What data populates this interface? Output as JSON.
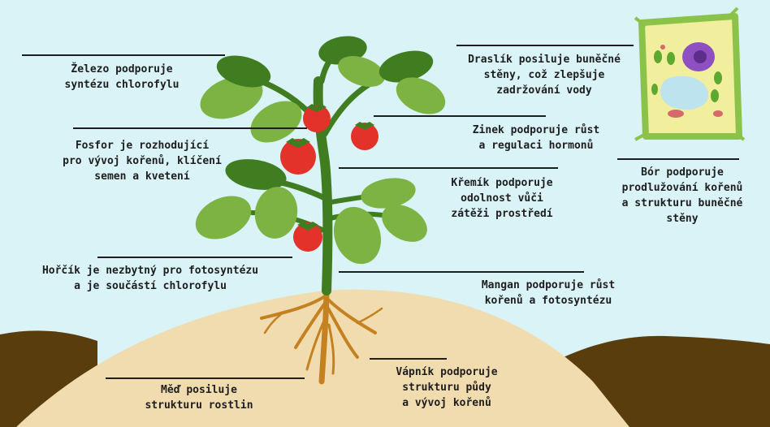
{
  "labels": {
    "iron": "Železo podporuje\nsyntézu chlorofylu",
    "phosphorus": "Fosfor je rozhodující\npro vývoj kořenů, klíčení\nsemen a kvetení",
    "magnesium": "Hořčík je nezbytný pro fotosyntézu\na je součástí chlorofylu",
    "copper": "Měď posiluje\nstrukturu rostlin",
    "potassium": "Draslík posiluje buněčné\nstěny, což zlepšuje\nzadržování vody",
    "zinc": "Zinek podporuje růst\na regulaci hormonů",
    "silicon": "Křemík podporuje\nodolnost vůči\nzátěži prostředí",
    "manganese": "Mangan podporuje růst\nkořenů a fotosyntézu",
    "calcium": "Vápník podporuje\nstrukturu půdy\na vývoj kořenů",
    "boron": "Bór podporuje\nprodlužování kořenů\na strukturu buněčné\nstěny"
  },
  "icons": [
    "tomato-plant-icon",
    "plant-cell-icon",
    "tomato-icon",
    "root-icon"
  ],
  "colors": {
    "sky": "#d9f3f6",
    "soil_light": "#f0dcae",
    "soil_dark": "#5a3d0c",
    "stem": "#3f7d20",
    "leaf_dark": "#3f7d20",
    "leaf_light": "#7db343",
    "tomato": "#e2322a",
    "root": "#c58120",
    "cell_wall": "#8bc34a",
    "cell_fill": "#f1ef9d",
    "nucleus": "#8e4fc0",
    "vacuole": "#bde3ee"
  }
}
